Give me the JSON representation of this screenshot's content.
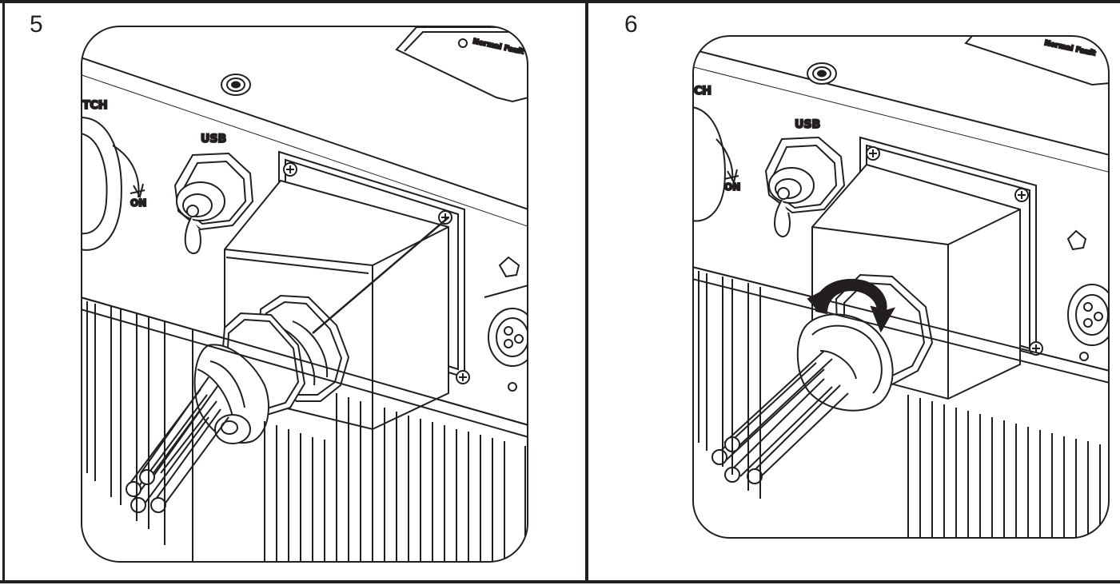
{
  "panels": [
    {
      "step": "5",
      "labels": {
        "port_top": "TCH",
        "usb": "USB",
        "switch_on": "ON",
        "plate": "Normal Fault"
      },
      "description_icons": [
        "inverter-housing",
        "ac-terminal-box",
        "cable-gland",
        "screwdriver",
        "usb-port",
        "heat-sink"
      ]
    },
    {
      "step": "6",
      "labels": {
        "port_top": "CH",
        "usb": "USB",
        "switch_on": "ON",
        "plate": "Normal Fault"
      },
      "description_icons": [
        "inverter-housing",
        "ac-terminal-box",
        "cable-gland",
        "rotate-arrow",
        "usb-port",
        "heat-sink"
      ]
    }
  ],
  "colors": {
    "line": "#231f20",
    "background": "#ffffff"
  }
}
